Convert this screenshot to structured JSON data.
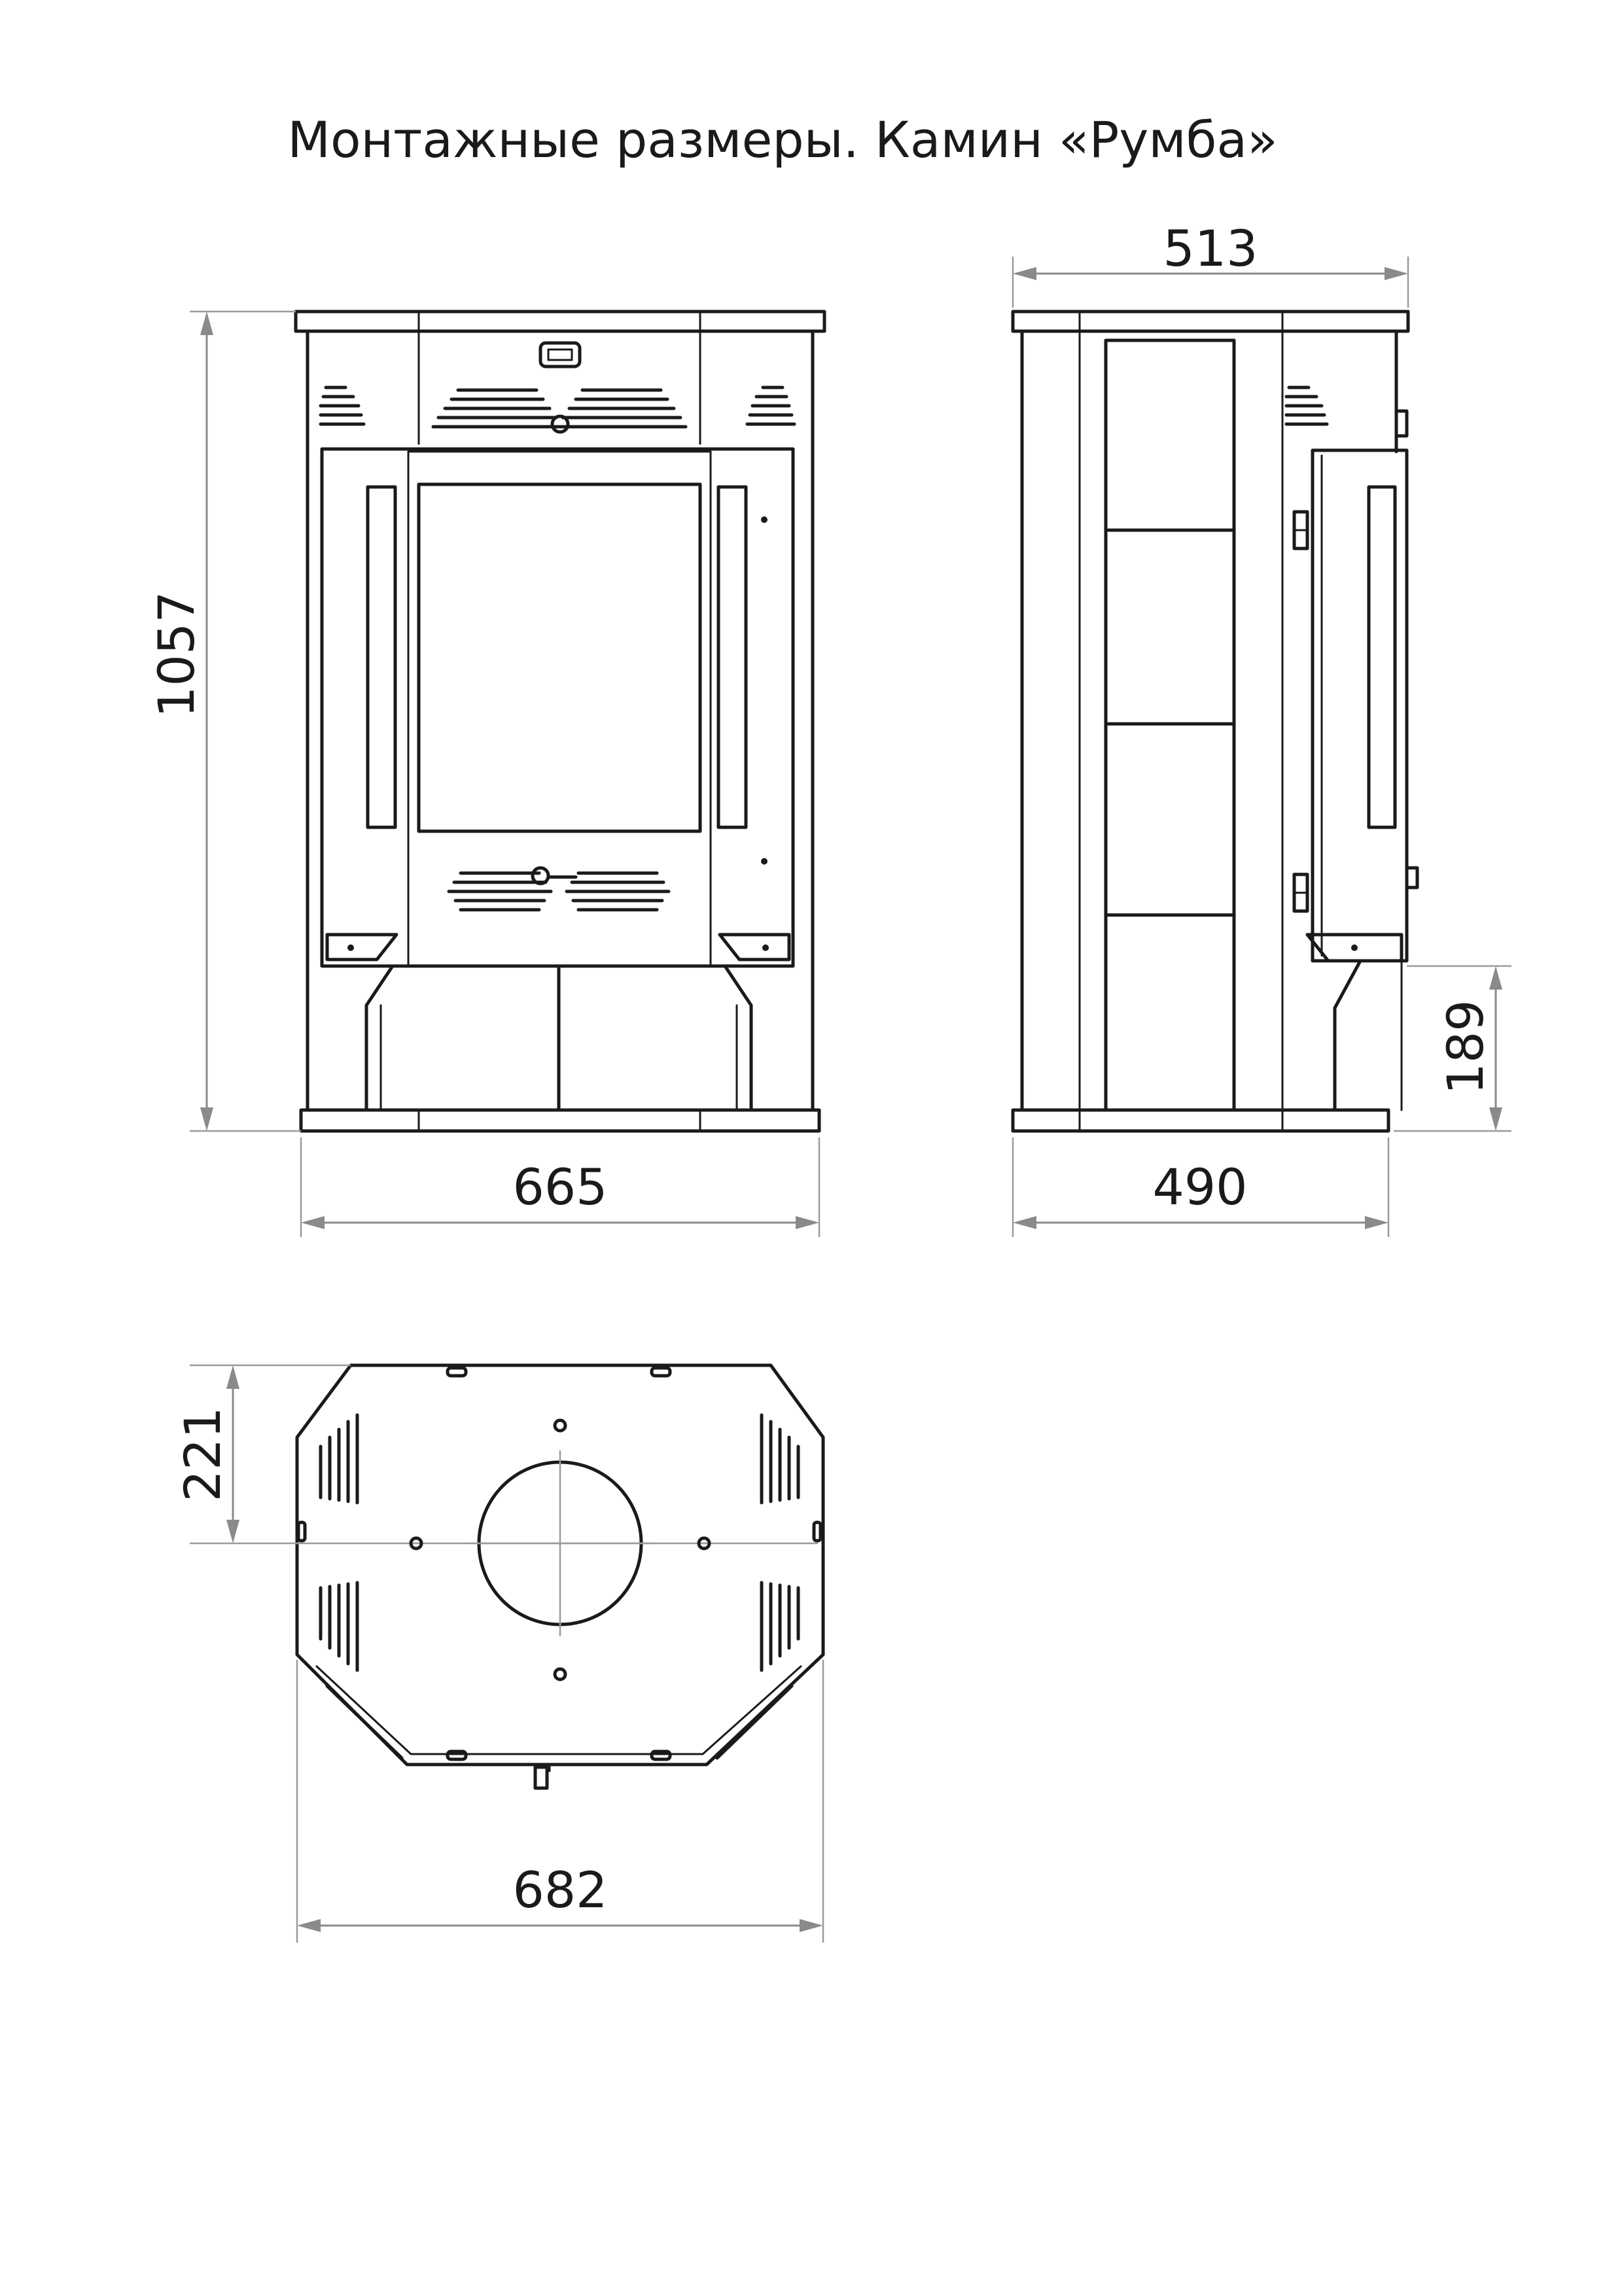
{
  "title": "Монтажные размеры. Камин «Румба»",
  "dimensions": {
    "front_height": "1057",
    "front_width": "665",
    "side_top_depth": "513",
    "side_base_depth": "490",
    "side_ash_height": "189",
    "top_width": "682",
    "top_flue_offset": "221"
  }
}
